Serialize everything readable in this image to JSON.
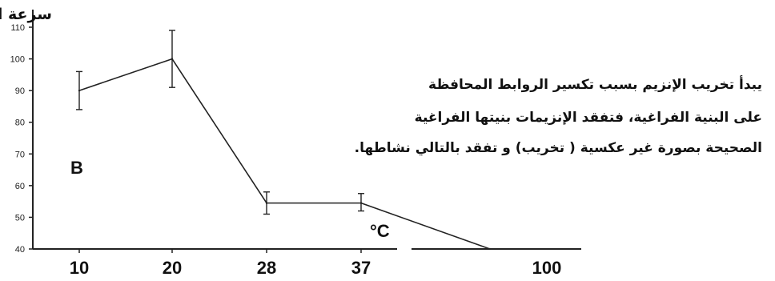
{
  "chart_data": {
    "type": "line",
    "ylabel": "سرعة التفاعل( و. ا)",
    "x_tick_labels": [
      "10",
      "20",
      "28",
      "37",
      "100"
    ],
    "y_ticks": [
      40,
      50,
      60,
      70,
      80,
      90,
      100,
      110
    ],
    "ylim": [
      40,
      111
    ],
    "x": [
      10,
      20,
      28,
      37,
      100
    ],
    "values": [
      90,
      100,
      54.5,
      54.5,
      40
    ],
    "error_bars": [
      {
        "x": 10,
        "low": 84,
        "high": 96
      },
      {
        "x": 20,
        "low": 91,
        "high": 109
      },
      {
        "x": 28,
        "low": 51,
        "high": 58
      },
      {
        "x": 37,
        "low": 52,
        "high": 57.5
      }
    ],
    "annotations": {
      "letter": "B",
      "unit": "°C",
      "note_lines": [
        "يبدأ تخريب الإنزيم بسبب تكسير الروابط المحافظة",
        "على البنية الفراغية، فتفقد الإنزيمات بنيتها   الفراغية",
        "الصحيحة بصورة غير عكسية ( تخريب) و تفقد بالتالي نشاطها."
      ]
    },
    "grid": false,
    "legend": "none"
  }
}
